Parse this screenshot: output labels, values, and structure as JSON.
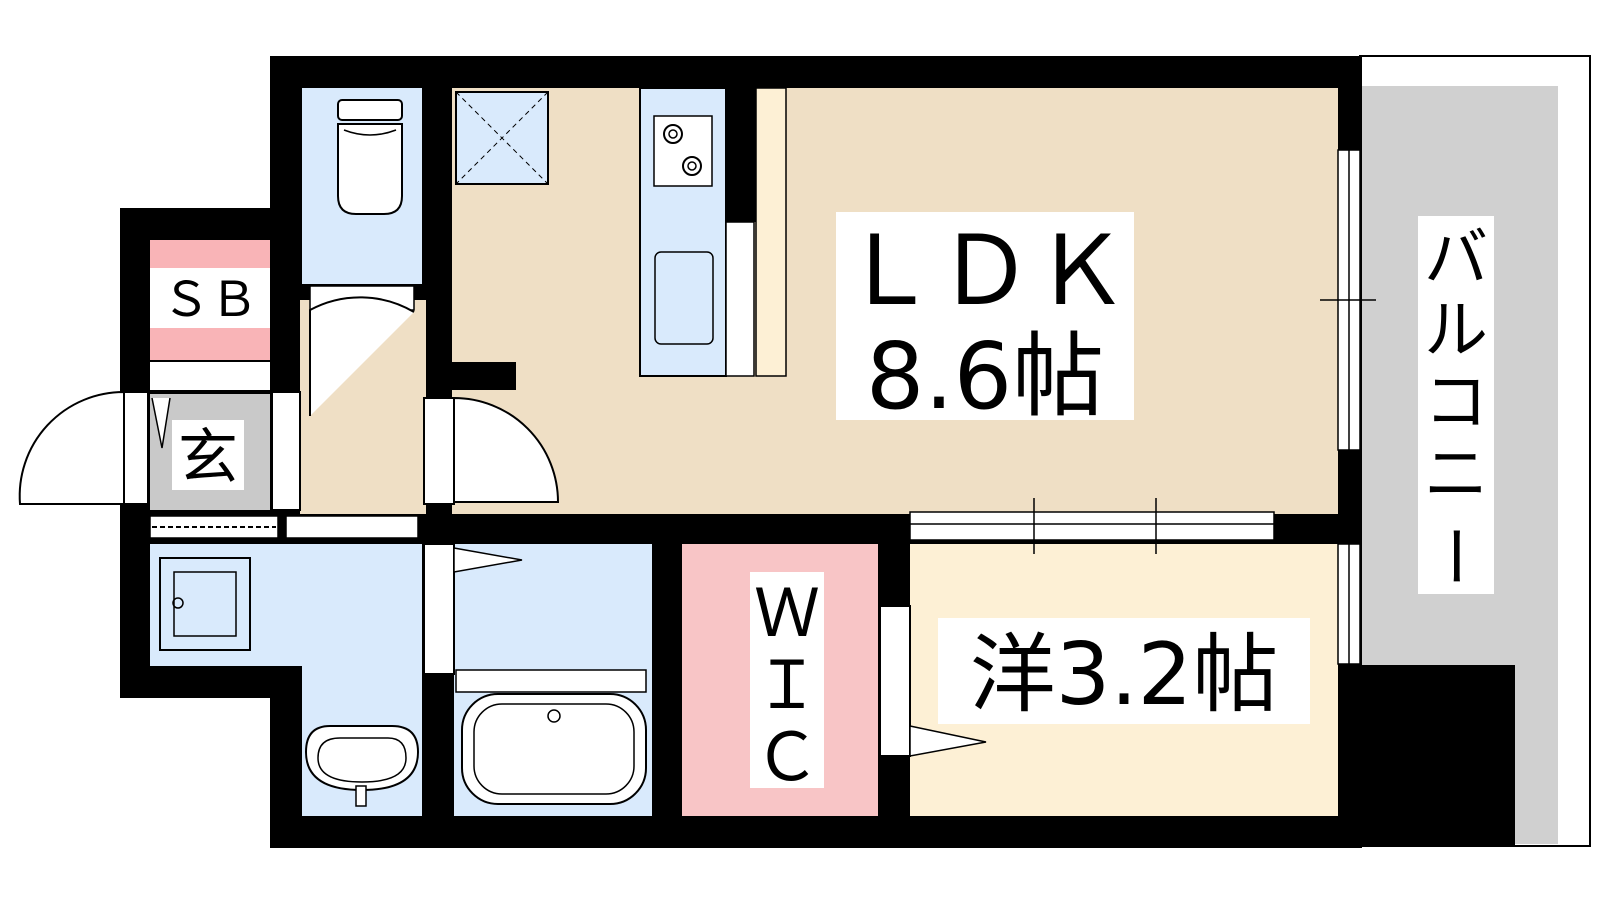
{
  "rooms": {
    "ldk": {
      "name": "ＬＤＫ",
      "size": "8.6帖"
    },
    "western": {
      "label": "洋3.2帖"
    },
    "wic": {
      "line1": "Ｗ",
      "line2": "Ｉ",
      "line3": "Ｃ"
    },
    "shoebox": {
      "label": "ＳＢ"
    },
    "entrance": {
      "label": "玄"
    },
    "balcony": {
      "c1": "バ",
      "c2": "ル",
      "c3": "コ",
      "c4": "ニ",
      "c5": "ー"
    }
  },
  "colors": {
    "wall": "#000000",
    "ldk_floor": "#efdfc5",
    "western_floor": "#fdf0d5",
    "wet_area": "#d9eafc",
    "wic_floor": "#f8c5c6",
    "shoebox_band": "#f9b4b7",
    "entrance_floor": "#c9c9c9",
    "balcony_floor": "#d0d0d0"
  }
}
